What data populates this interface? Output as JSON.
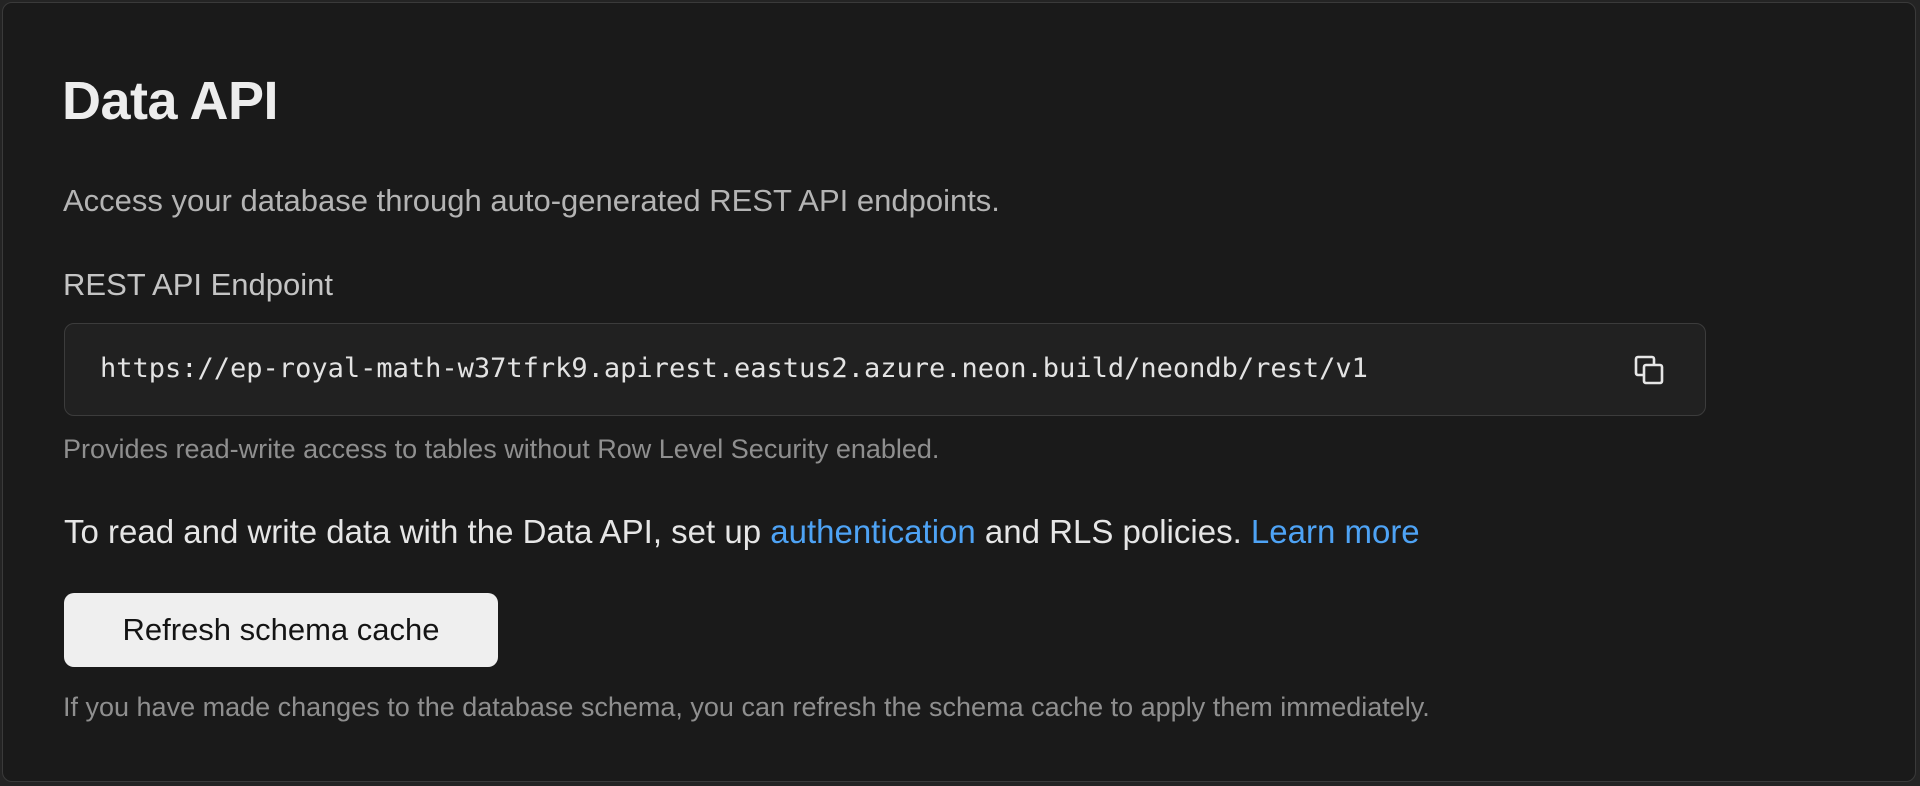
{
  "section": {
    "title": "Data API",
    "description": "Access your database through auto-generated REST API endpoints."
  },
  "endpoint": {
    "label": "REST API Endpoint",
    "url": "https://ep-royal-math-w37tfrk9.apirest.eastus2.azure.neon.build/neondb/rest/v1",
    "copy_icon": "copy-icon",
    "note": "Provides read-write access to tables without Row Level Security enabled."
  },
  "info": {
    "prefix": "To read and write data with the Data API, set up ",
    "auth_link": "authentication",
    "middle": " and RLS policies. ",
    "learn_more_link": "Learn more"
  },
  "actions": {
    "refresh_label": "Refresh schema cache",
    "refresh_note": "If you have made changes to the database schema, you can refresh the schema cache to apply them immediately."
  },
  "colors": {
    "background": "#1a1a1a",
    "link": "#4ea3f5",
    "button_bg": "#efefef"
  }
}
